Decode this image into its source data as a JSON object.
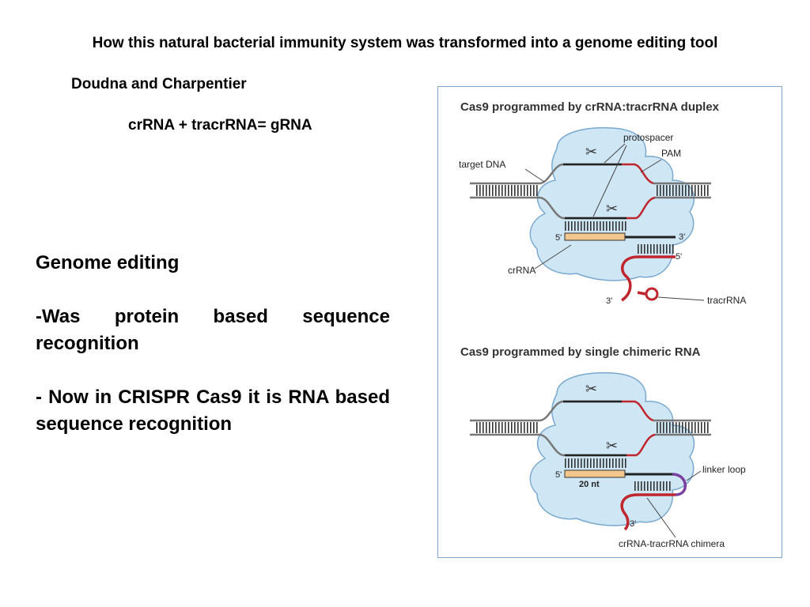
{
  "title": "How this natural bacterial immunity system was transformed into a genome editing tool",
  "authors": "Doudna and Charpentier",
  "formula": "crRNA + tracrRNA= gRNA",
  "body": {
    "heading": "Genome editing",
    "point1": "-Was protein based sequence recognition",
    "point2": "- Now in CRISPR Cas9 it is RNA based sequence recognition"
  },
  "figure": {
    "top_panel": {
      "title": "Cas9 programmed by crRNA:tracrRNA duplex",
      "label_target_dna": "target DNA",
      "label_protospacer": "protospacer",
      "label_pam": "PAM",
      "label_crrna": "crRNA",
      "label_tracrrna": "tracrRNA",
      "label_5prime_a": "5'",
      "label_3prime_a": "3'",
      "label_5prime_b": "5'",
      "label_3prime_b": "3'"
    },
    "bottom_panel": {
      "title": "Cas9 programmed by single chimeric RNA",
      "label_linker_loop": "linker loop",
      "label_20nt": "20 nt",
      "label_chimera": "crRNA-tracrRNA chimera",
      "label_5prime": "5'",
      "label_3prime": "3'"
    },
    "colors": {
      "protein": "#cfe6f5",
      "protein_edge": "#7aa9cf",
      "guide": "#f2c78e",
      "tracr": "#c0262e",
      "linker": "#7a3fa0",
      "frame": "#7fa6c9"
    }
  }
}
